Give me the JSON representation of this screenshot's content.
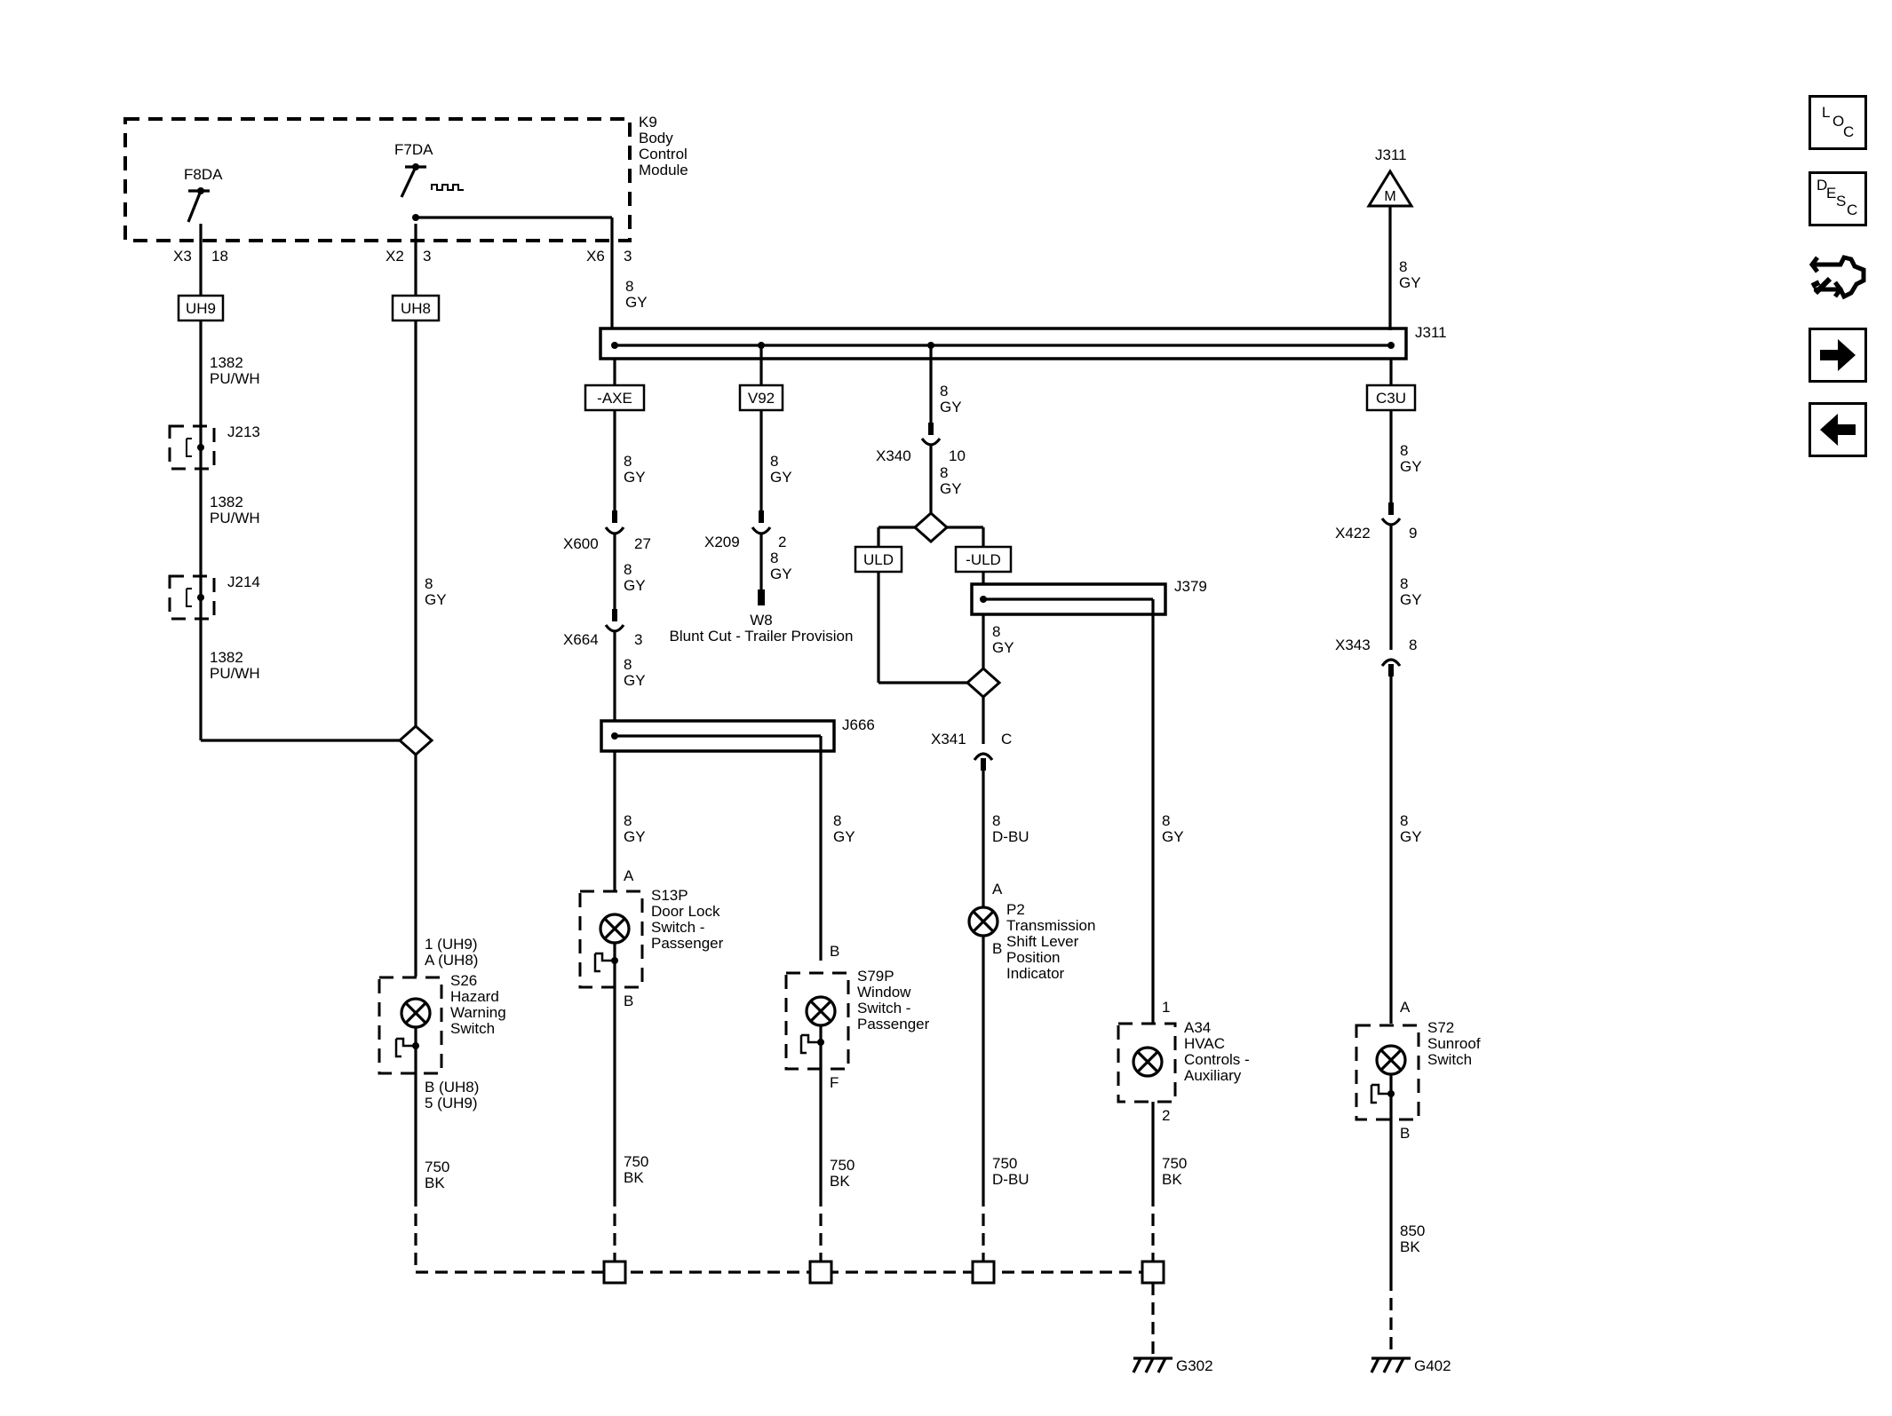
{
  "nav": [
    {
      "name": "loc-button",
      "letters": [
        "L",
        "O",
        "C"
      ]
    },
    {
      "name": "desc-button",
      "letters": [
        "D",
        "E",
        "S",
        "C"
      ]
    },
    {
      "name": "connector-icon-button"
    },
    {
      "name": "next-page-button"
    },
    {
      "name": "previous-page-button"
    }
  ],
  "labels": {
    "k9": [
      "K9",
      "Body",
      "Control",
      "Module"
    ],
    "f8da": "F8DA",
    "f7da": "F7DA",
    "x3": "X3",
    "x3pin": "18",
    "x2": "X2",
    "x2pin": "3",
    "x6": "X6",
    "x6pin": "3",
    "uh9": "UH9",
    "uh8": "UH8",
    "w_1382a": [
      "1382",
      "PU/WH"
    ],
    "j213": "J213",
    "w_1382b": [
      "1382",
      "PU/WH"
    ],
    "j214": "J214",
    "w_1382c": [
      "1382",
      "PU/WH"
    ],
    "w_8gy_left": [
      "8",
      "GY"
    ],
    "w_8gy_x6": [
      "8",
      "GY"
    ],
    "j311_top": "J311",
    "j311_m": "M",
    "w_8gy_j311": [
      "8",
      "GY"
    ],
    "j311_bar": "J311",
    "axe": "-AXE",
    "v92": "V92",
    "c3u": "C3U",
    "w_8gy_axe": [
      "8",
      "GY"
    ],
    "x600": "X600",
    "x600pin": "27",
    "w_8gy_x600": [
      "8",
      "GY"
    ],
    "x664": "X664",
    "x664pin": "3",
    "w_8gy_x664": [
      "8",
      "GY"
    ],
    "j666": "J666",
    "w_8gy_v92": [
      "8",
      "GY"
    ],
    "x209": "X209",
    "x209pin": "2",
    "w_8gy_x209": [
      "8",
      "GY"
    ],
    "w8": "W8",
    "w8desc": "Blunt Cut - Trailer Provision",
    "w_8gy_bar3": [
      "8",
      "GY"
    ],
    "x340": "X340",
    "x340pin": "10",
    "w_8gy_x340": [
      "8",
      "GY"
    ],
    "uld": "ULD",
    "nuld": "-ULD",
    "j379": "J379",
    "w_8gy_j379": [
      "8",
      "GY"
    ],
    "x341": "X341",
    "x341pin": "C",
    "w_8gy_c3u": [
      "8",
      "GY"
    ],
    "x422": "X422",
    "x422pin": "9",
    "w_8gy_x422": [
      "8",
      "GY"
    ],
    "x343": "X343",
    "x343pin": "8",
    "w_8gy_s13": [
      "8",
      "GY"
    ],
    "w_8gy_s79": [
      "8",
      "GY"
    ],
    "w_8dbu_p2": [
      "8",
      "D-BU"
    ],
    "w_8gy_a34": [
      "8",
      "GY"
    ],
    "w_8gy_s72": [
      "8",
      "GY"
    ],
    "s26_pinA": [
      "1 (UH9)",
      "A  (UH8)"
    ],
    "s26": [
      "S26",
      "Hazard",
      "Warning",
      "Switch"
    ],
    "s26_pinB": [
      "B (UH8)",
      "5 (UH9)"
    ],
    "s13_pinA": "A",
    "s13": [
      "S13P",
      "Door Lock",
      "Switch -",
      "Passenger"
    ],
    "s13_pinB": "B",
    "s79_pinB": "B",
    "s79": [
      "S79P",
      "Window",
      "Switch -",
      "Passenger"
    ],
    "s79_pinF": "F",
    "p2_pinA": "A",
    "p2": [
      "P2",
      "Transmission",
      "Shift Lever",
      "Position",
      "Indicator"
    ],
    "p2_pinB": "B",
    "a34_pin1": "1",
    "a34": [
      "A34",
      "HVAC",
      "Controls -",
      "Auxiliary"
    ],
    "a34_pin2": "2",
    "s72_pinA": "A",
    "s72": [
      "S72",
      "Sunroof",
      "Switch"
    ],
    "s72_pinB": "B",
    "w_750_1": [
      "750",
      "BK"
    ],
    "w_750_2": [
      "750",
      "BK"
    ],
    "w_750_3": [
      "750",
      "BK"
    ],
    "w_750_4": [
      "750",
      "D-BU"
    ],
    "w_750_5": [
      "750",
      "BK"
    ],
    "w_850": [
      "850",
      "BK"
    ],
    "g302": "G302",
    "g402": "G402"
  }
}
